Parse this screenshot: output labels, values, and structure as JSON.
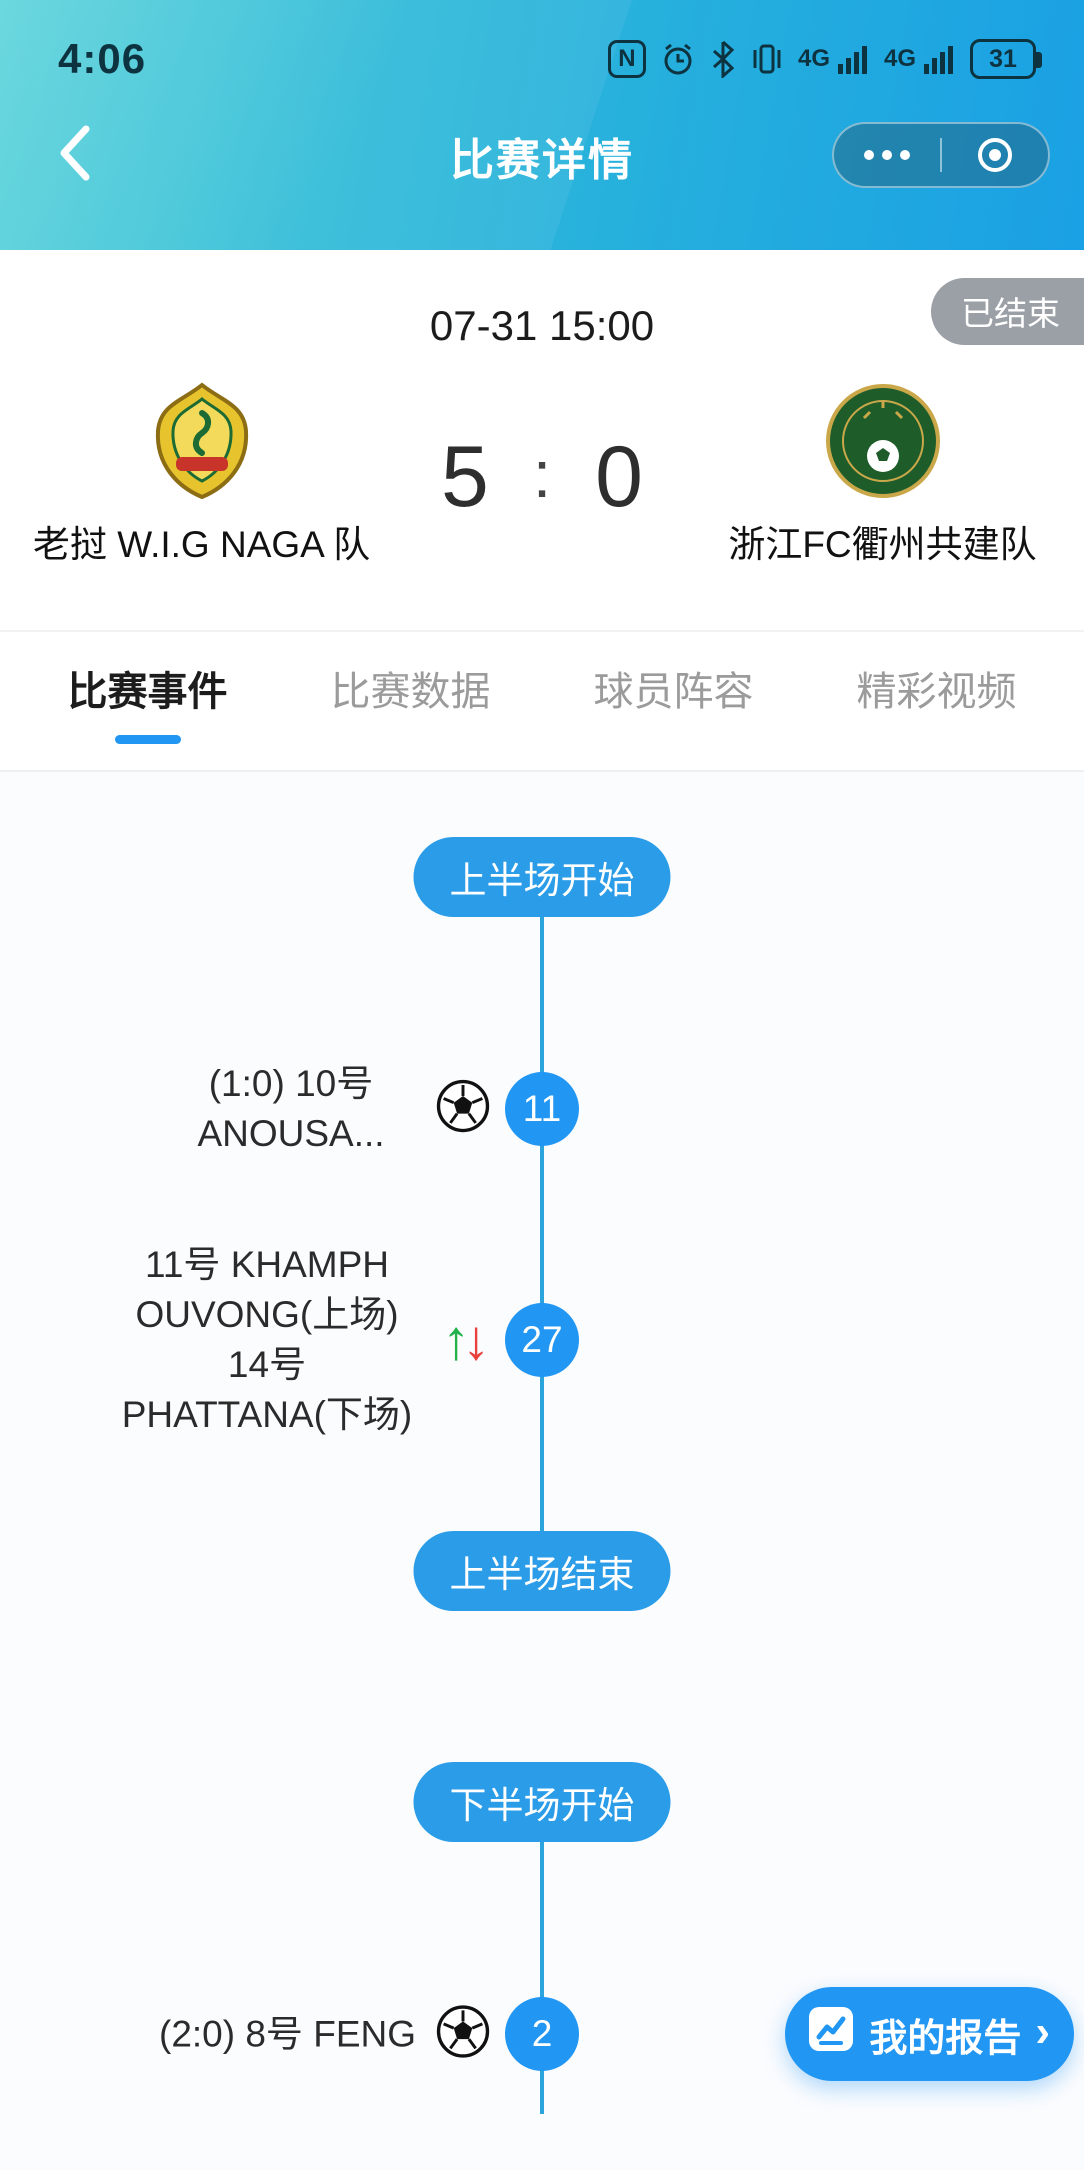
{
  "status_bar": {
    "time": "4:06",
    "network": "4G",
    "battery": "31"
  },
  "nav": {
    "title": "比赛详情"
  },
  "match": {
    "datetime": "07-31 15:00",
    "status_badge": "已结束",
    "home_name": "老挝 W.I.G NAGA 队",
    "away_name": "浙江FC衢州共建队",
    "home_score": "5",
    "score_separator": ":",
    "away_score": "0"
  },
  "tabs": [
    {
      "label": "比赛事件",
      "active": true
    },
    {
      "label": "比赛数据",
      "active": false
    },
    {
      "label": "球员阵容",
      "active": false
    },
    {
      "label": "精彩视频",
      "active": false
    }
  ],
  "timeline": {
    "first_half_start": "上半场开始",
    "first_half_end": "上半场结束",
    "second_half_start": "下半场开始",
    "events": [
      {
        "minute": "11",
        "type": "goal",
        "text": "(1:0) 10号 ANOUSA..."
      },
      {
        "minute": "27",
        "type": "substitution",
        "text": "11号 KHAMPH OUVONG(上场) 14号 PHATTANA(下场)"
      },
      {
        "minute": "2",
        "type": "goal",
        "text": "(2:0) 8号 FENG"
      }
    ]
  },
  "report_button": {
    "label": "我的报告"
  },
  "colors": {
    "accent_blue": "#2196f3",
    "header_teal": "#3ecbd4",
    "header_blue": "#1aa0e4",
    "badge_gray": "#9aa0a6",
    "sub_in_green": "#21b24b",
    "sub_out_red": "#e8413c"
  }
}
